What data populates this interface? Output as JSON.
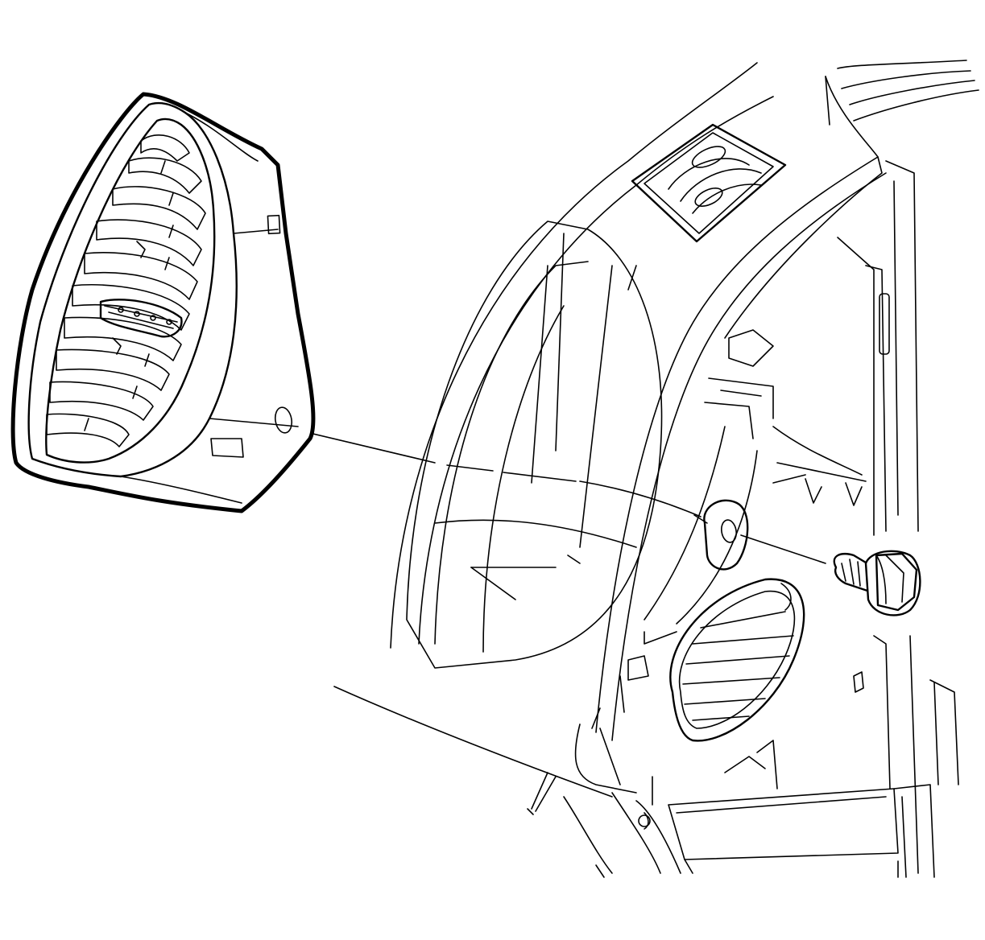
{
  "figure": {
    "background": "#ffffff",
    "line_color": "#000000",
    "parts": [
      {
        "name": "air-outlet-vent"
      },
      {
        "name": "instrument-panel"
      },
      {
        "name": "mounting-bolt"
      }
    ]
  }
}
